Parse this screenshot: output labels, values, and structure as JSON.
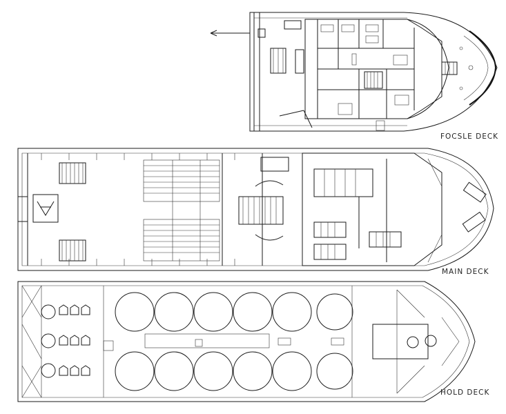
{
  "labels": {
    "focsle": "FOCSLE DECK",
    "main": "MAIN DECK",
    "hold": "HOLD DECK"
  },
  "colors": {
    "line": "#1a1a1a",
    "background": "#ffffff"
  }
}
